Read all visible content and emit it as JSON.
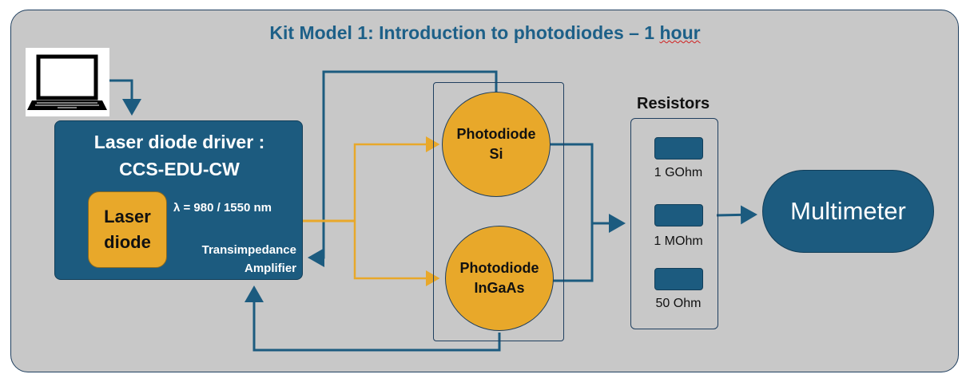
{
  "diagram": {
    "title_main": "Kit Model 1: Introduction to photodiodes – 1 ",
    "title_tail": "hour",
    "driver": {
      "line1": "Laser diode driver :",
      "line2": "CCS-EDU-CW",
      "laser_line1": "Laser",
      "laser_line2": "diode",
      "wavelength": "λ = 980 / 1550 nm",
      "tia_line1": "Transimpedance",
      "tia_line2": "Amplifier"
    },
    "photodiodes": [
      {
        "line1": "Photodiode",
        "line2": "Si"
      },
      {
        "line1": "Photodiode",
        "line2": "InGaAs"
      }
    ],
    "resistors": {
      "title": "Resistors",
      "items": [
        "1 GOhm",
        "1 MOhm",
        "50 Ohm"
      ]
    },
    "multimeter": "Multimeter",
    "colors": {
      "background": "#c8c8c8",
      "title": "#1d6088",
      "box_blue": "#1c5b7f",
      "orange": "#e8a82a",
      "wire_blue": "#1c5b7f",
      "wire_orange": "#e8a82a"
    }
  }
}
